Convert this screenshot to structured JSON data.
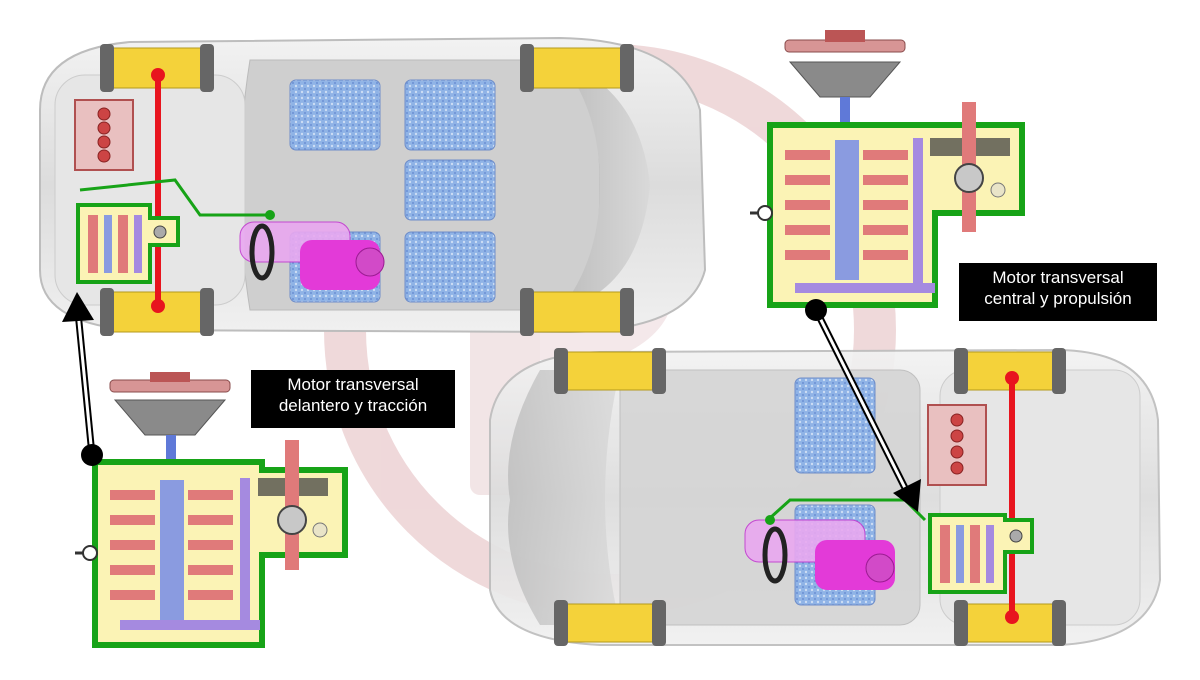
{
  "labels": {
    "front": {
      "line1": "Motor transversal",
      "line2": "delantero y tracción"
    },
    "central": {
      "line1": "Motor transversal",
      "line2": "central y propulsión"
    }
  },
  "colors": {
    "housing_border": "#17a317",
    "housing_fill": "#fbf3b5",
    "axle": "#e8141e",
    "gear_red": "#e07a7a",
    "gear_blue": "#8a9be0",
    "shaft_purple": "#a58ae0",
    "seat_blue": "#8fb3e6",
    "driver_magenta": "#e33ad8",
    "wheel_yellow": "#f4d23a",
    "watermark": "#e8c9cb"
  },
  "icons": [
    "wheel-icon",
    "steering-wheel-icon",
    "engine-block-icon",
    "clutch-disc-icon",
    "arrow-icon"
  ]
}
